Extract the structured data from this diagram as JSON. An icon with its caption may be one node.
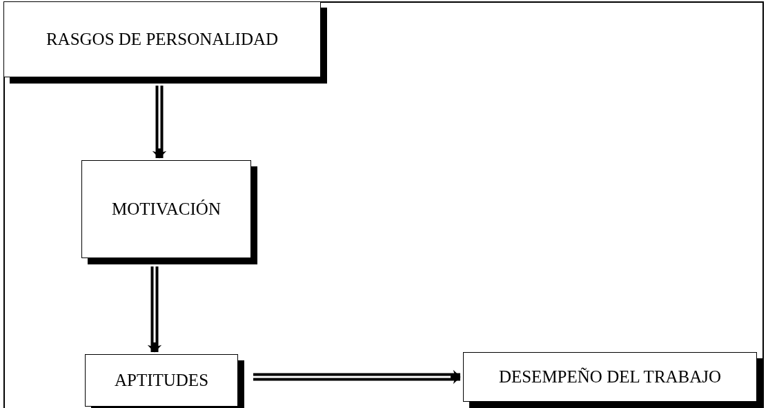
{
  "diagram": {
    "nodes": [
      {
        "text": [
          "RASGOS DE PERSONALIDAD"
        ]
      },
      {
        "text": [
          "MOTIVACIÓN"
        ]
      },
      {
        "text": [
          "APTITUDES"
        ]
      },
      {
        "text": [
          "DESEMPEÑO DEL TRABAJO"
        ]
      }
    ],
    "edges": [
      {
        "from": 0,
        "to": 1,
        "arrow": "to"
      },
      {
        "from": 1,
        "to": 2,
        "arrow": "to"
      },
      {
        "from": 2,
        "to": 3,
        "arrow": "to"
      }
    ]
  }
}
